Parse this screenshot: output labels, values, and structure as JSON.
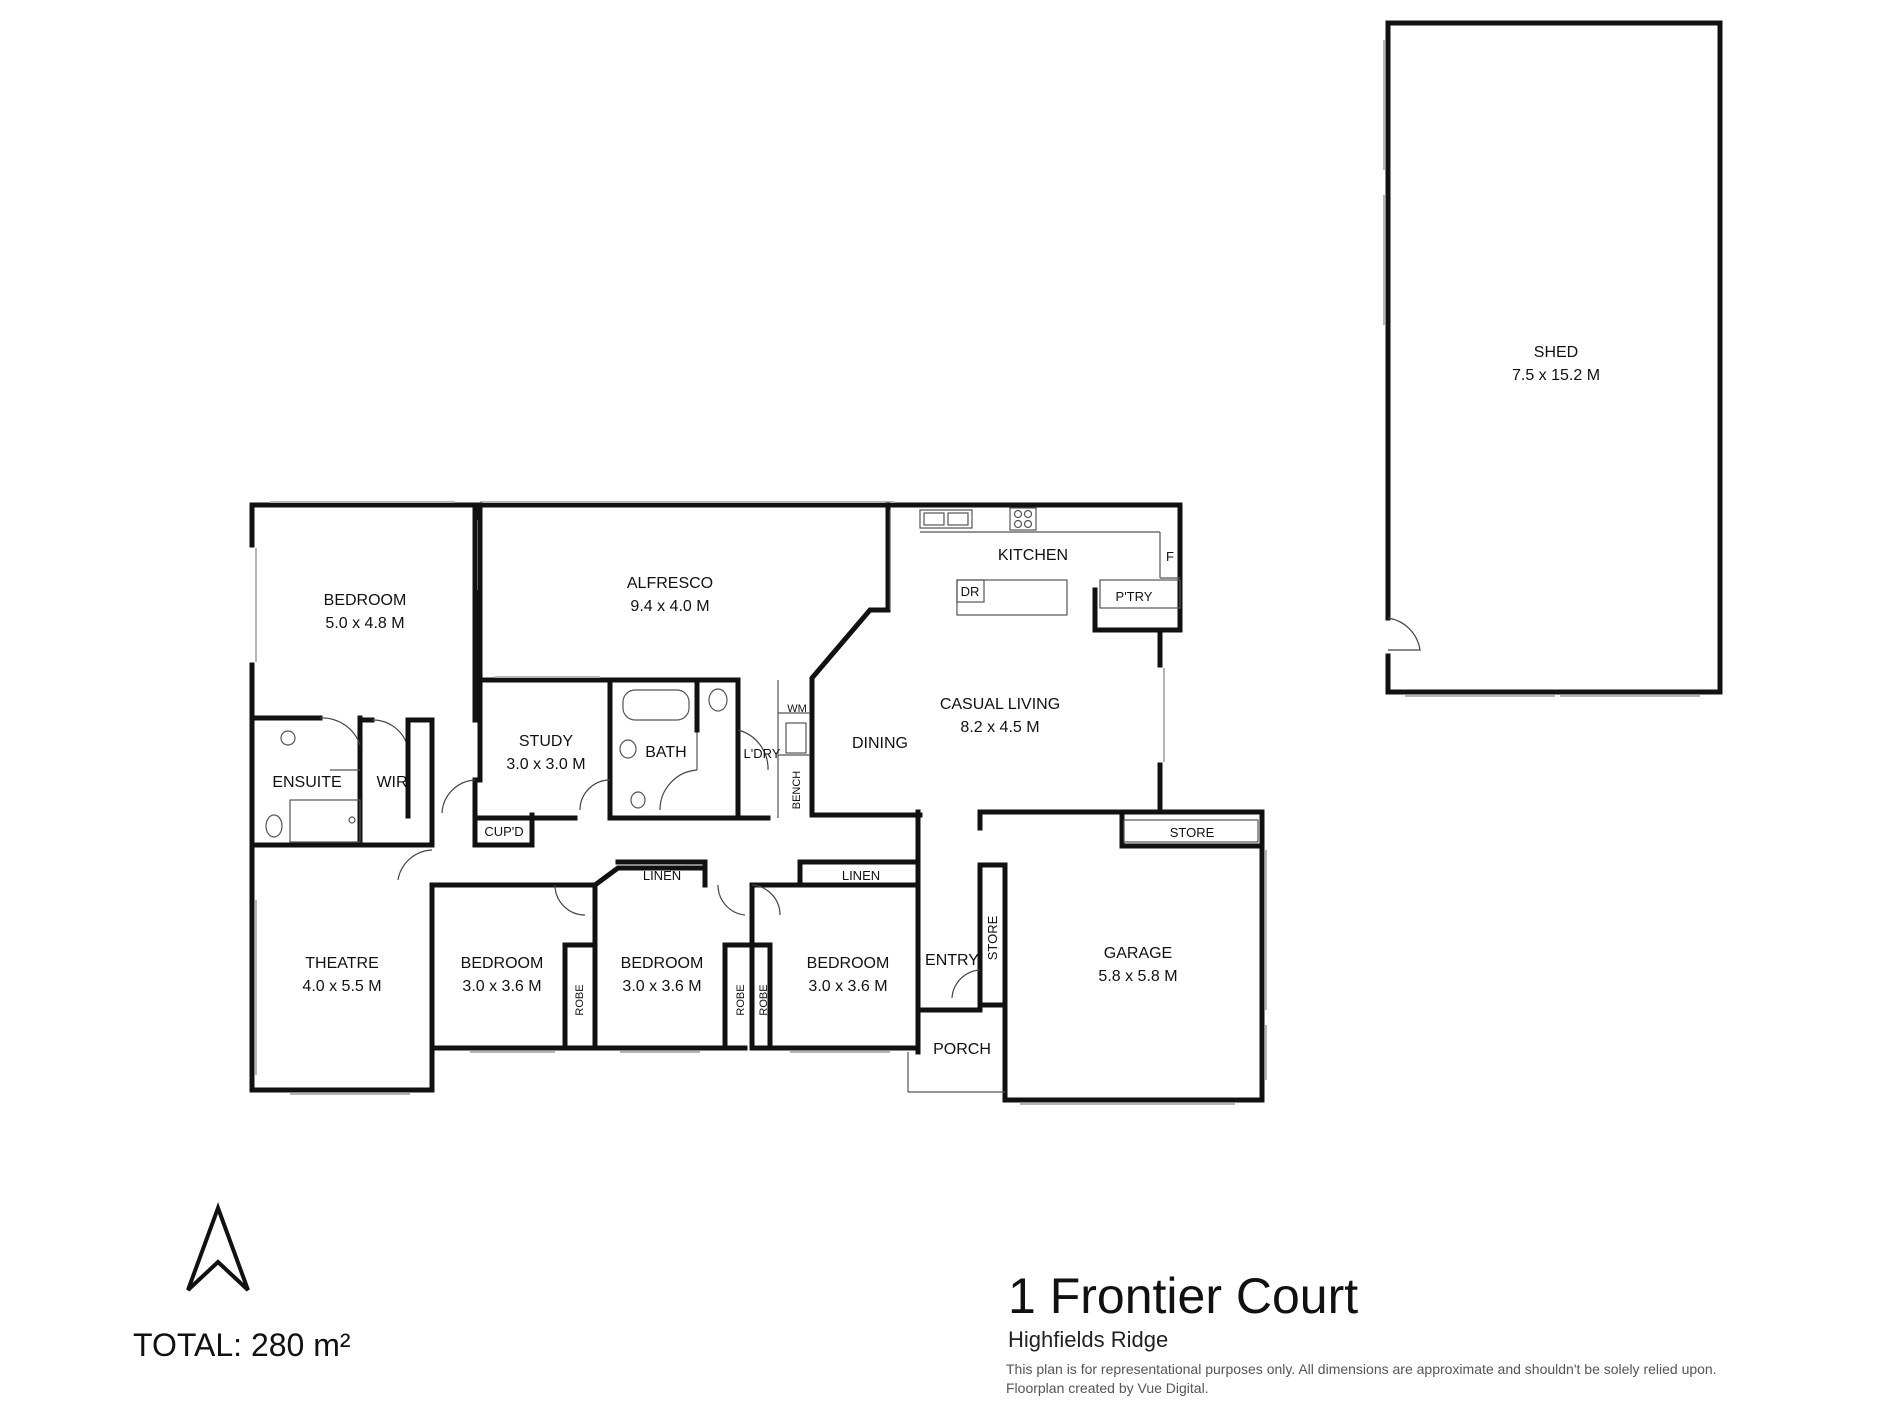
{
  "rooms": {
    "bedroom_master": {
      "name": "BEDROOM",
      "dim": "5.0 x 4.8 M"
    },
    "alfresco": {
      "name": "ALFRESCO",
      "dim": "9.4 x 4.0 M"
    },
    "kitchen": {
      "name": "KITCHEN"
    },
    "dr": {
      "name": "DR"
    },
    "fridge": {
      "name": "F"
    },
    "pantry": {
      "name": "P'TRY"
    },
    "casual_living": {
      "name": "CASUAL LIVING",
      "dim": "8.2 x 4.5 M"
    },
    "dining": {
      "name": "DINING"
    },
    "study": {
      "name": "STUDY",
      "dim": "3.0 x 3.0 M"
    },
    "bath": {
      "name": "BATH"
    },
    "laundry": {
      "name": "L'DRY"
    },
    "wm": {
      "name": "WM"
    },
    "bench": {
      "name": "BENCH"
    },
    "ensuite": {
      "name": "ENSUITE"
    },
    "wir": {
      "name": "WIR"
    },
    "cupd": {
      "name": "CUP'D"
    },
    "linen_1": {
      "name": "LINEN"
    },
    "linen_2": {
      "name": "LINEN"
    },
    "theatre": {
      "name": "THEATRE",
      "dim": "4.0 x 5.5 M"
    },
    "bedroom_2": {
      "name": "BEDROOM",
      "dim": "3.0 x 3.6 M"
    },
    "robe_1": {
      "name": "ROBE"
    },
    "bedroom_3": {
      "name": "BEDROOM",
      "dim": "3.0 x 3.6 M"
    },
    "robe_2": {
      "name": "ROBE"
    },
    "robe_3": {
      "name": "ROBE"
    },
    "bedroom_4": {
      "name": "BEDROOM",
      "dim": "3.0 x 3.6 M"
    },
    "entry": {
      "name": "ENTRY"
    },
    "porch": {
      "name": "PORCH"
    },
    "store_garage_top": {
      "name": "STORE"
    },
    "store_side": {
      "name": "STORE"
    },
    "garage": {
      "name": "GARAGE",
      "dim": "5.8 x 5.8 M"
    },
    "shed": {
      "name": "SHED",
      "dim": "7.5 x 15.2 M"
    }
  },
  "footer": {
    "total": "TOTAL: 280 m²",
    "address": "1 Frontier Court",
    "suburb": "Highfields Ridge",
    "disclaimer": "This plan is for representational purposes only. All dimensions are approximate and shouldn't be solely relied upon.",
    "credit": "Floorplan created by Vue Digital."
  },
  "icons": {
    "north": "north-arrow-icon"
  }
}
